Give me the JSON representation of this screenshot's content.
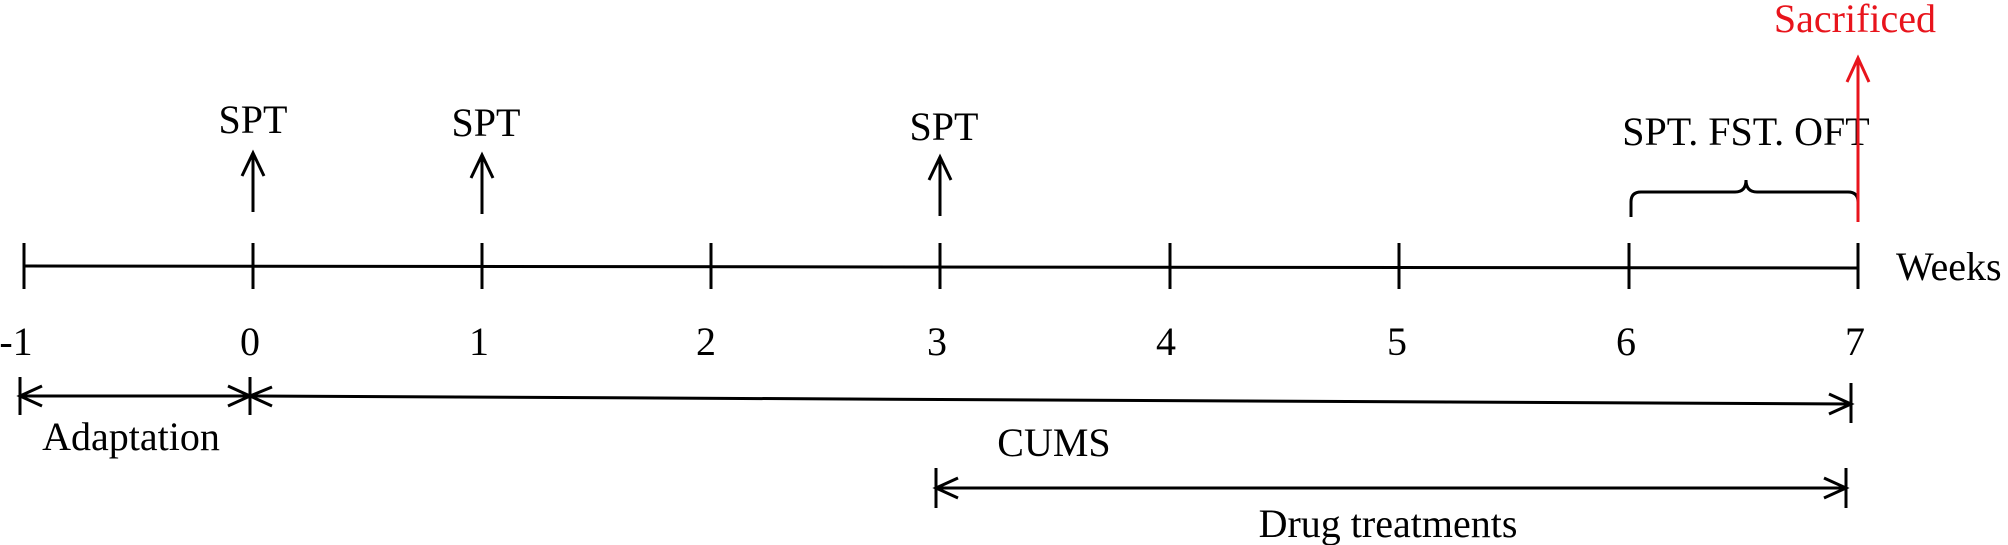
{
  "timeline": {
    "axis_label": "Weeks",
    "ticks": [
      "-1",
      "0",
      "1",
      "2",
      "3",
      "4",
      "5",
      "6",
      "7"
    ]
  },
  "events": {
    "spt_week0": "SPT",
    "spt_week1": "SPT",
    "spt_week3": "SPT",
    "tests_final": "SPT. FST. OFT",
    "sacrificed": "Sacrificed"
  },
  "phases": {
    "adaptation": "Adaptation",
    "cums": "CUMS",
    "drug_treatments": "Drug treatments"
  },
  "colors": {
    "line": "#000000",
    "highlight": "#e8141c"
  }
}
